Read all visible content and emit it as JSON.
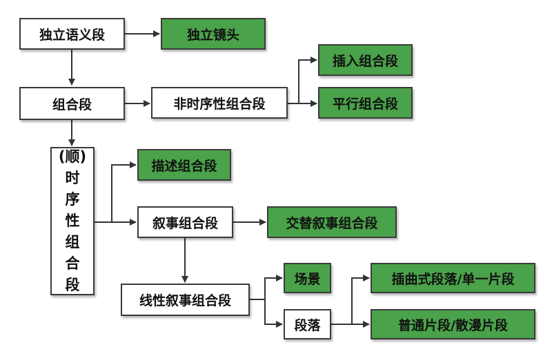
{
  "colors": {
    "white_box": "#ffffff",
    "green_box": "#4aa24a",
    "border": "#3a3a3a",
    "connector": "#333333"
  },
  "nodes": {
    "independent_segment": "独立语义段",
    "independent_shot": "独立镜头",
    "combined_segment": "组合段",
    "non_chronological": "非时序性组合段",
    "insert_combined": "插入组合段",
    "parallel_combined": "平行组合段",
    "chronological_prefix": "(顺)",
    "chronological_chars": [
      "时",
      "序",
      "性",
      "组",
      "合",
      "段"
    ],
    "descriptive_combined": "描述组合段",
    "narrative_combined": "叙事组合段",
    "alternating_narrative": "交替叙事组合段",
    "linear_narrative": "线性叙事组合段",
    "scene": "场景",
    "sequence": "段落",
    "episodic_sequence": "插曲式段落/单一片段",
    "ordinary_sequence": "普通片段/散漫片段"
  }
}
